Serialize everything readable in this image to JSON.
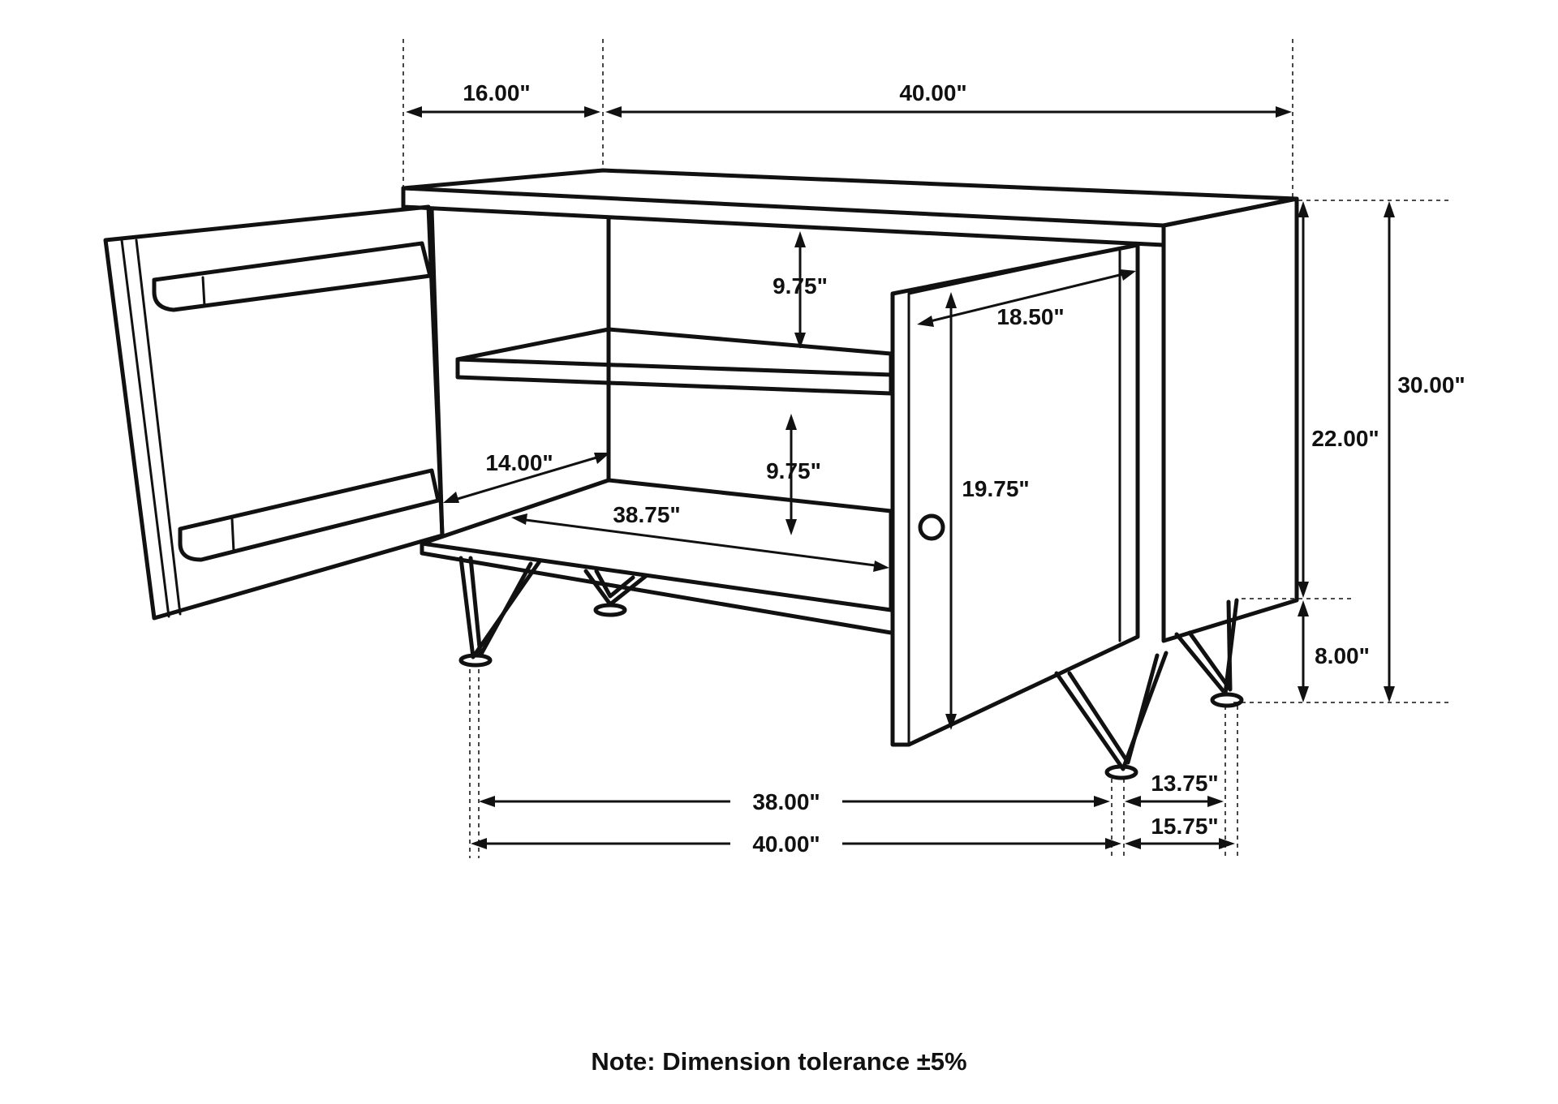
{
  "dimensions": {
    "door_depth_top": "16.00\"",
    "width_top": "40.00\"",
    "shelf_upper_height": "9.75\"",
    "door_width": "18.50\"",
    "total_height": "30.00\"",
    "cabinet_height": "22.00\"",
    "interior_depth": "14.00\"",
    "shelf_lower_height": "9.75\"",
    "door_height": "19.75\"",
    "interior_width": "38.75\"",
    "leg_height": "8.00\"",
    "leg_span_inner": "38.00\"",
    "leg_span_outer": "40.00\"",
    "leg_depth_inner": "13.75\"",
    "leg_depth_outer": "15.75\""
  },
  "note": "Note: Dimension tolerance ±5%"
}
